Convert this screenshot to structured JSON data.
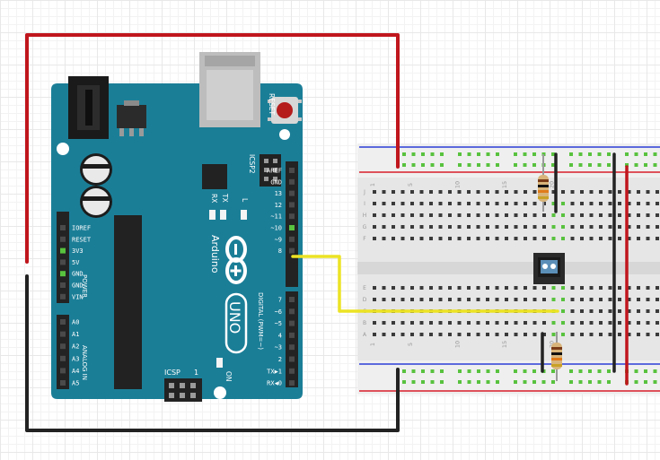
{
  "colors": {
    "board": "#1b7e97",
    "board_dark": "#125f73",
    "board_label": "#ffffff",
    "header": "#232323",
    "wire_red": "#c0161d",
    "wire_black": "#222222",
    "wire_yellow": "#ece324",
    "breadboard": "#e6e6e6",
    "rail_red": "#d81e2a",
    "rail_blue": "#2b3fd6",
    "hole": "#3a3a3a",
    "hole_active": "#58c23e",
    "sensor_window": "#5c8fb8"
  },
  "icons": {
    "logo": "arduino-infinity-logo",
    "reset": "reset-button-icon",
    "jack": "dc-barrel-jack-icon",
    "usb": "usb-b-connector-icon"
  },
  "board": {
    "reset_label": "RESET",
    "icsp2_label": "ICSP2",
    "icsp_label": "ICSP",
    "tx_label": "TX",
    "rx_label": "RX",
    "l_label": "L",
    "on_label": "ON",
    "name_label": "Arduino",
    "model_label": "UNO",
    "digital_label": "DIGITAL (PWM=~)",
    "power_label": "POWER",
    "analog_label": "ANALOG IN",
    "icsp_one": "1",
    "top_pins": [
      "AREF",
      "GND",
      "13",
      "12",
      "~11",
      "~10",
      "~9",
      "8"
    ],
    "bottom_pins": [
      "7",
      "~6",
      "~5",
      "4",
      "~3",
      "2",
      "TX▶1",
      "RX◀0"
    ],
    "power_pins": [
      "IOREF",
      "RESET",
      "3V3",
      "5V",
      "GND",
      "GND",
      "VIN"
    ],
    "analog_pins": [
      "A0",
      "A1",
      "A2",
      "A3",
      "A4",
      "A5"
    ]
  },
  "breadboard": {
    "col_numbers": [
      "1",
      "5",
      "10",
      "15",
      "20"
    ],
    "row_letters_top": [
      "J",
      "I",
      "H",
      "G",
      "F"
    ],
    "row_letters_bottom": [
      "E",
      "D",
      "C",
      "B",
      "A"
    ]
  }
}
